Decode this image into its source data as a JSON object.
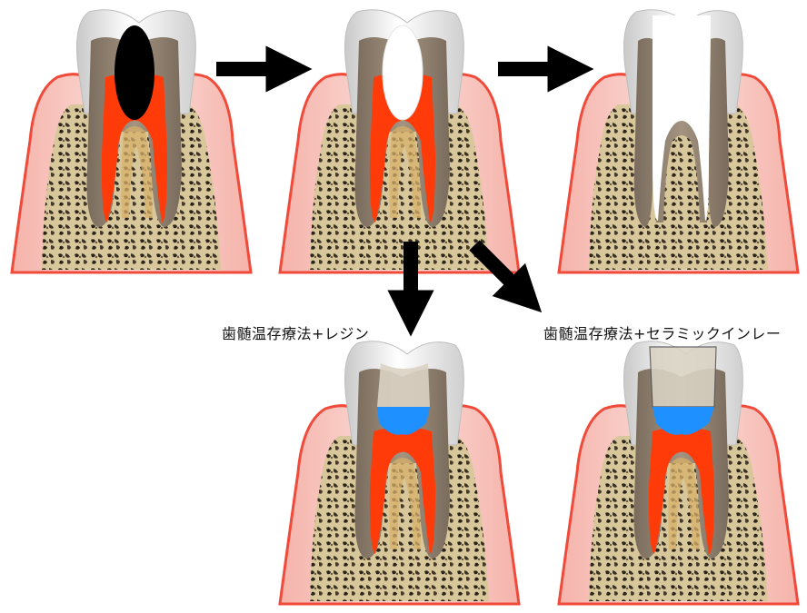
{
  "captions": {
    "resin": "歯髄温存療法+レジン",
    "inlay": "歯髄温存療法+セラミックインレー"
  },
  "colors": {
    "background": "#ffffff",
    "gum_edge": "#f04a3a",
    "gum_fill": "#f7c9c3",
    "bone_dark": "#2a241b",
    "bone_light": "#d8c79b",
    "enamel": "#e4e4e4",
    "dentin": "#8f8170",
    "pulp": "#ff3b0a",
    "decay": "#000000",
    "resin_fill": "#1e90ff",
    "restoration": "#d9d2c3",
    "arrow": "#000000"
  },
  "panels": [
    {
      "id": "decayed",
      "variant": "decay"
    },
    {
      "id": "excavated",
      "variant": "cavity"
    },
    {
      "id": "root-canal",
      "variant": "canal"
    },
    {
      "id": "resin",
      "variant": "resin"
    },
    {
      "id": "inlay",
      "variant": "inlay"
    }
  ]
}
